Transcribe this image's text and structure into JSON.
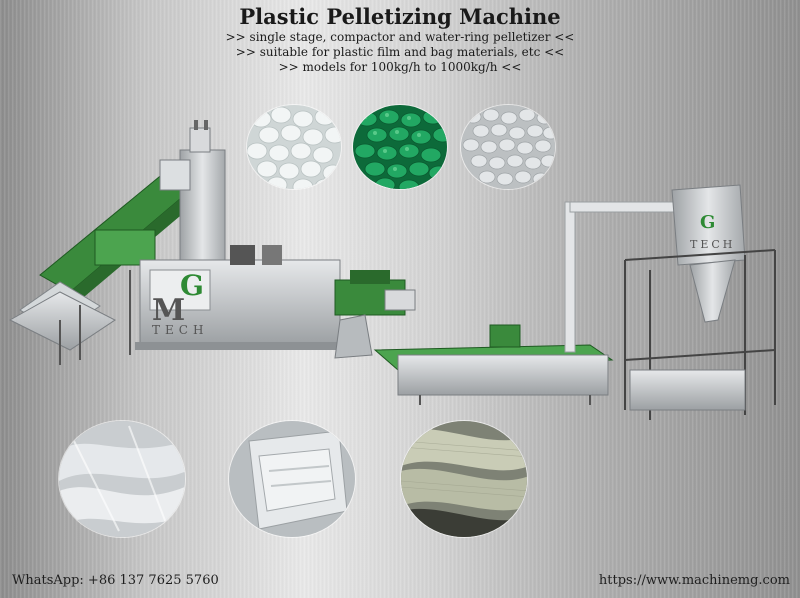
{
  "header": {
    "title": "Plastic Pelletizing Machine",
    "lines": [
      ">> single stage, compactor and water-ring pelletizer <<",
      ">> suitable for plastic film and bag materials, etc <<",
      ">> models for 100kg/h to 1000kg/h <<"
    ]
  },
  "logo": {
    "letters_top": "G",
    "letters_mid": "M",
    "letters_bottom": "TECH"
  },
  "footer": {
    "whatsapp": "WhatsApp: +86 137 7625 5760",
    "website": "https://www.machinemg.com"
  },
  "colors": {
    "machine_green": "#3a8a3c",
    "pellet_green": "#1f9a5a",
    "pellet_white": "#eef2f2"
  }
}
